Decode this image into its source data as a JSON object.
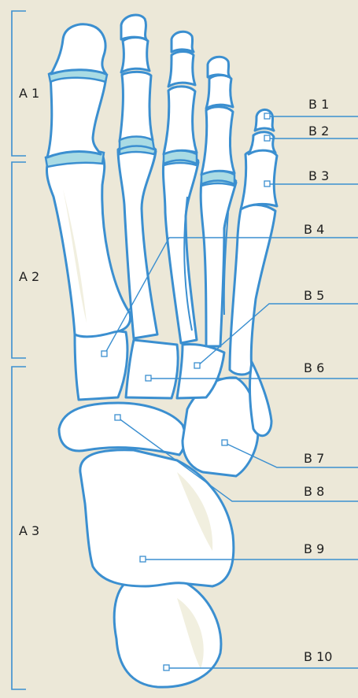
{
  "labels": {
    "A1": "A 1",
    "A2": "A 2",
    "A3": "A 3",
    "B1": "B 1",
    "B2": "B 2",
    "B3": "B 3",
    "B4": "B 4",
    "B5": "B 5",
    "B6": "B 6",
    "B7": "B 7",
    "B8": "B 8",
    "B9": "B 9",
    "B10": "B 10"
  },
  "colors": {
    "background": "#ece8d8",
    "outline": "#3b8fd0",
    "cartilage": "#a9dbe4",
    "bone": "#ffffff"
  }
}
